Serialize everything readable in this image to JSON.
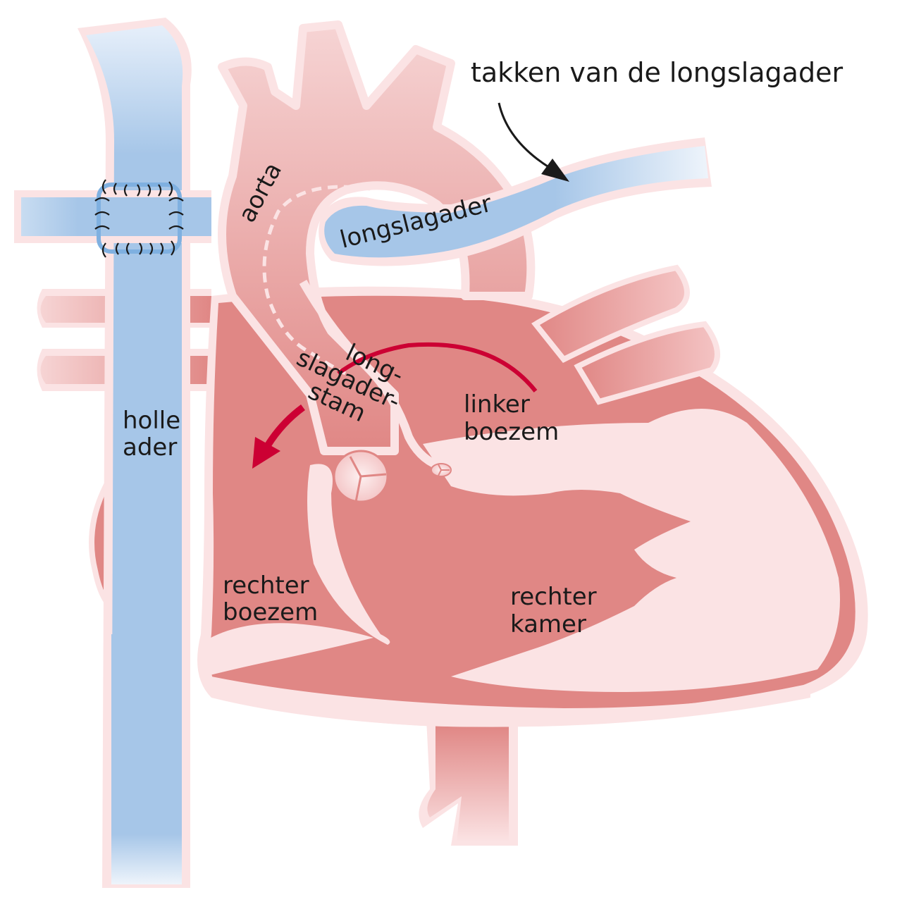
{
  "diagram": {
    "type": "anatomical heart diagram",
    "colors": {
      "artery_red": "#e08785",
      "outline_pink": "#fbe3e4",
      "vein_blue": "#a6c6e8",
      "flow_arrow_red": "#cc0033",
      "text": "#1a1a1a",
      "background": "#ffffff"
    },
    "labels": {
      "pulmonary_branches": "takken van de longslagader",
      "aorta": "aorta",
      "pulmonary_artery": "longslagader",
      "pulmonary_trunk_line1": "long-",
      "pulmonary_trunk_line2": "slagader-",
      "pulmonary_trunk_line3": "stam",
      "left_atrium_line1": "linker",
      "left_atrium_line2": "boezem",
      "vena_cava_line1": "holle",
      "vena_cava_line2": "ader",
      "right_atrium_line1": "rechter",
      "right_atrium_line2": "boezem",
      "right_ventricle_line1": "rechter",
      "right_ventricle_line2": "kamer"
    },
    "annotations": {
      "suture": "stitched anastomosis on vena cava branch",
      "dashed_line": "aorta / pulmonary trunk switch path",
      "flow_arrow": "red curved arrow from left atrium toward right atrium"
    }
  }
}
